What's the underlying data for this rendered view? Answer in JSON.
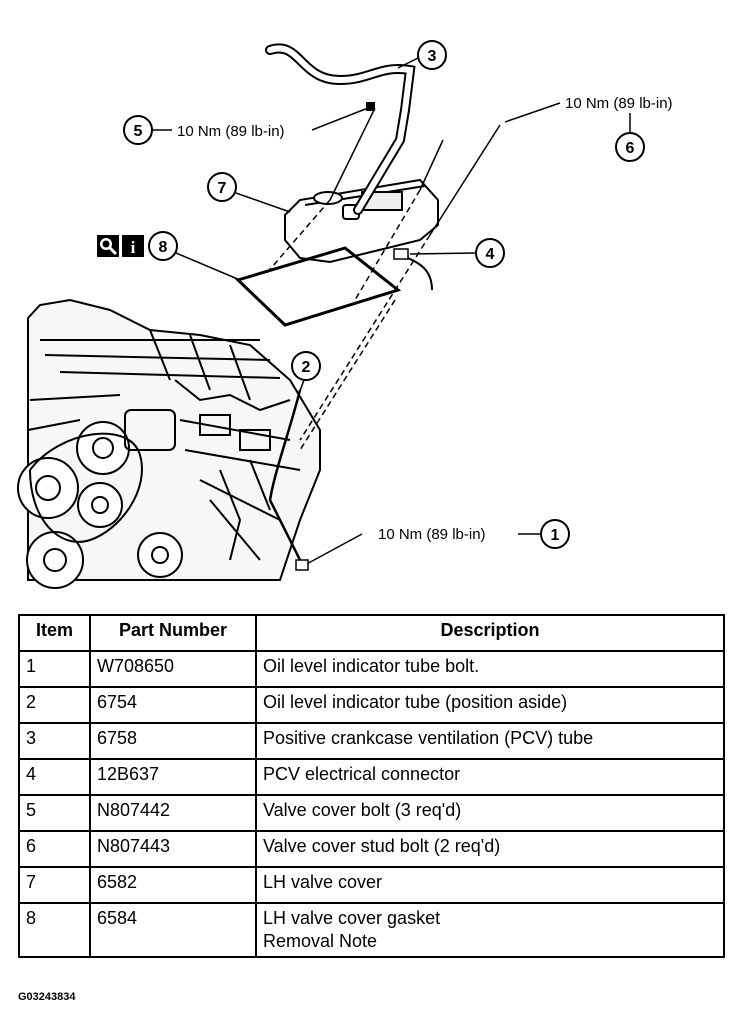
{
  "diagram": {
    "callouts": {
      "c1": "1",
      "c2": "2",
      "c3": "3",
      "c4": "4",
      "c5": "5",
      "c6": "6",
      "c7": "7",
      "c8": "8"
    },
    "torque_1": "10 Nm (89 lb-in)",
    "torque_5": "10 Nm (89 lb-in)",
    "torque_6": "10 Nm (89 lb-in)",
    "icons": [
      "magnifier-icon",
      "info-icon"
    ],
    "info_glyph": "i"
  },
  "table": {
    "headers": {
      "item": "Item",
      "part_number": "Part Number",
      "description": "Description"
    },
    "rows": [
      {
        "item": "1",
        "part": "W708650",
        "desc": "Oil level indicator tube bolt.",
        "note": ""
      },
      {
        "item": "2",
        "part": "6754",
        "desc": "Oil level indicator tube (position aside)",
        "note": ""
      },
      {
        "item": "3",
        "part": "6758",
        "desc": "Positive crankcase ventilation (PCV) tube",
        "note": ""
      },
      {
        "item": "4",
        "part": "12B637",
        "desc": "PCV electrical connector",
        "note": ""
      },
      {
        "item": "5",
        "part": "N807442",
        "desc": "Valve cover bolt (3 req'd)",
        "note": ""
      },
      {
        "item": "6",
        "part": "N807443",
        "desc": "Valve cover stud bolt (2 req'd)",
        "note": ""
      },
      {
        "item": "7",
        "part": "6582",
        "desc": "LH valve cover",
        "note": ""
      },
      {
        "item": "8",
        "part": "6584",
        "desc": "LH valve cover gasket",
        "note": "Removal Note"
      }
    ]
  },
  "figure_code": "G03243834"
}
